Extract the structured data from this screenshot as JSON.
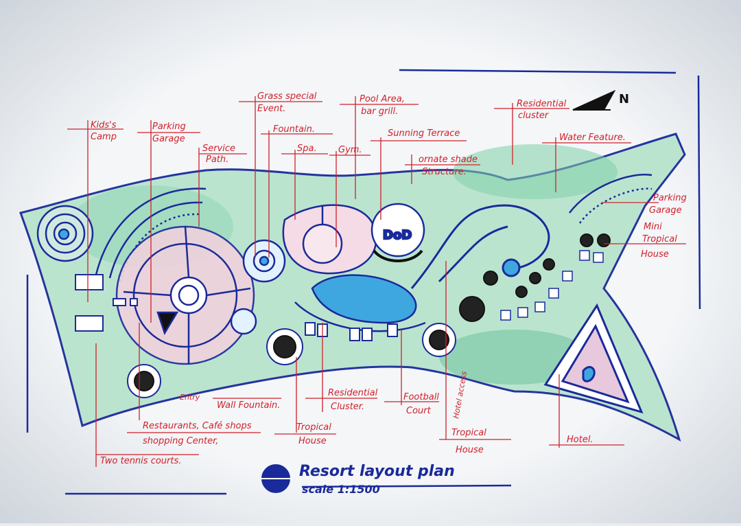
{
  "labels": {
    "kids_camp_1": "Kids's",
    "kids_camp_2": "Camp",
    "parking_garage_left_1": "Parking",
    "parking_garage_left_2": "Garage",
    "service_path_1": "Service",
    "service_path_2": "Path.",
    "grass_special_1": "Grass special",
    "grass_special_2": "Event.",
    "fountain": "Fountain.",
    "spa": "Spa.",
    "gym": "Gym.",
    "pool_area_1": "Pool Area,",
    "pool_area_2": "bar grill.",
    "sunning_terrace": "Sunning Terrace",
    "ornate_shade_1": "ornate shade",
    "ornate_shade_2": "Structure.",
    "residential_cluster_top_1": "Residential",
    "residential_cluster_top_2": "cluster",
    "water_feature": "Water Feature.",
    "parking_garage_right_1": "Parking",
    "parking_garage_right_2": "Garage",
    "mini_tropical_1": "Mini",
    "mini_tropical_2": "Tropical",
    "mini_tropical_3": "House",
    "residential_cluster_bottom_1": "Residential",
    "residential_cluster_bottom_2": "Cluster.",
    "football_court_1": "Football",
    "football_court_2": "Court",
    "wall_fountain": "Wall Fountain.",
    "restaurants_1": "Restaurants, Café shops",
    "restaurants_2": "shopping Center,",
    "tropical_house_mid_1": "Tropical",
    "tropical_house_mid_2": "House",
    "tropical_house_right_1": "Tropical",
    "tropical_house_right_2": "House",
    "hotel": "Hotel.",
    "tennis_courts": "Two tennis courts.",
    "north": "N",
    "hotel_access": "Hotel access",
    "entry": "Entry"
  },
  "title": "Resort layout plan",
  "scale_text": "scale   1:1500",
  "colors": {
    "ink_blue": "#1a2a9a",
    "ink_red": "#d0202a",
    "green_wash": "#9fd9b8",
    "pink_wash": "#e8c8dc",
    "water_blue": "#3fa7e0"
  }
}
